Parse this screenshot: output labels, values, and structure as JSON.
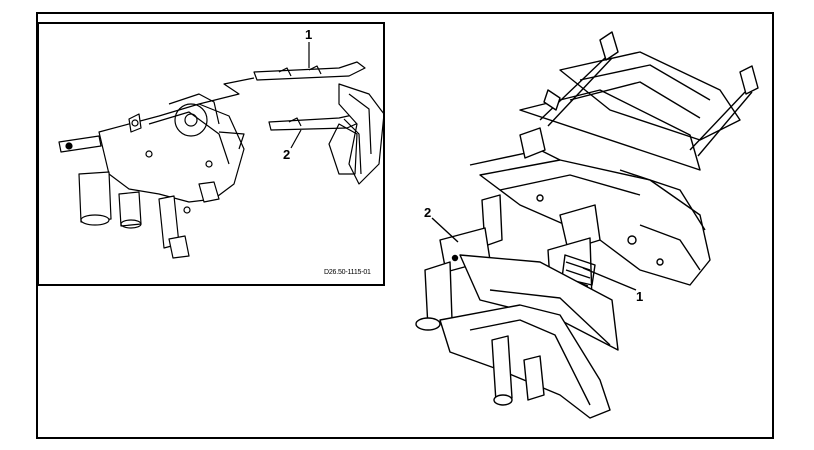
{
  "inset": {
    "callouts": {
      "c1": "1",
      "c2": "2"
    },
    "doc_number": "D26.50-1115-01"
  },
  "main": {
    "callouts": {
      "c1": "1",
      "c2": "2"
    }
  },
  "colors": {
    "line": "#000000",
    "background": "#ffffff"
  }
}
